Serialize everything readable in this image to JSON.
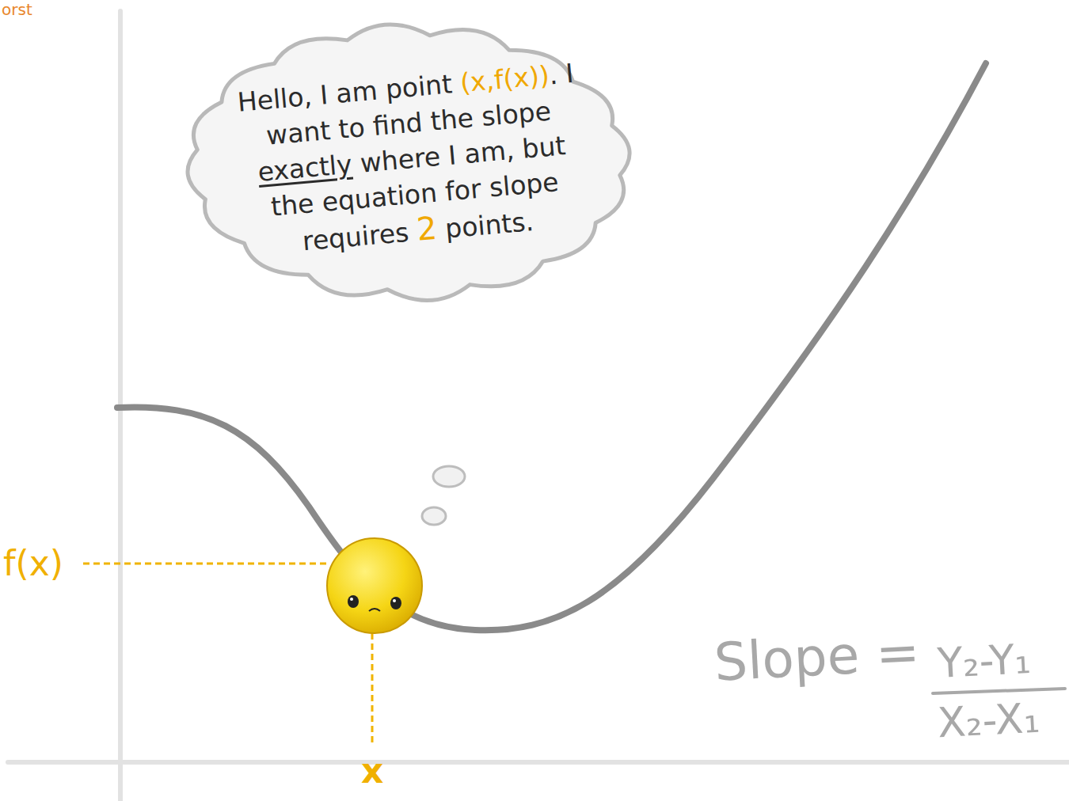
{
  "diagram": {
    "nodes": [
      {
        "text": [
          "Hello, I am point",
          "(x,f(x))",
          ".",
          "I want to find the slope",
          "exactly",
          "where I am, but the equation for slope requires",
          "2",
          "points."
        ]
      }
    ],
    "labels": [
      "orst",
      "f(x)",
      "x",
      "Slope =",
      "Y₂-Y₁",
      "X₂-X₁"
    ]
  }
}
